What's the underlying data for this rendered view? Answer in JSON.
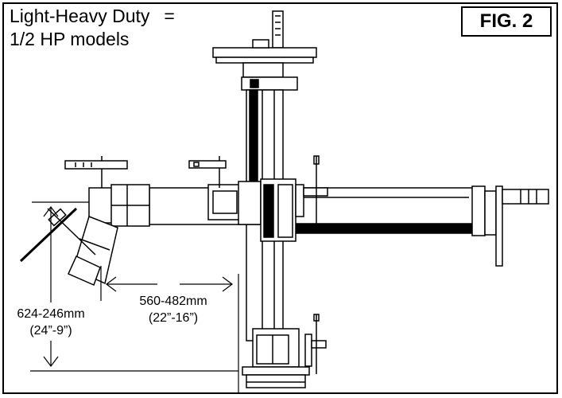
{
  "header": {
    "title_line1": "Light-Heavy Duty",
    "title_eq": "=",
    "title_line2": "1/2 HP models",
    "fig_label": "FIG. 2"
  },
  "dimensions": {
    "horizontal_mm": "560-482mm",
    "horizontal_in": "(22”-16”)",
    "vertical_mm": "624-246mm",
    "vertical_in": "(24”-9”)"
  }
}
